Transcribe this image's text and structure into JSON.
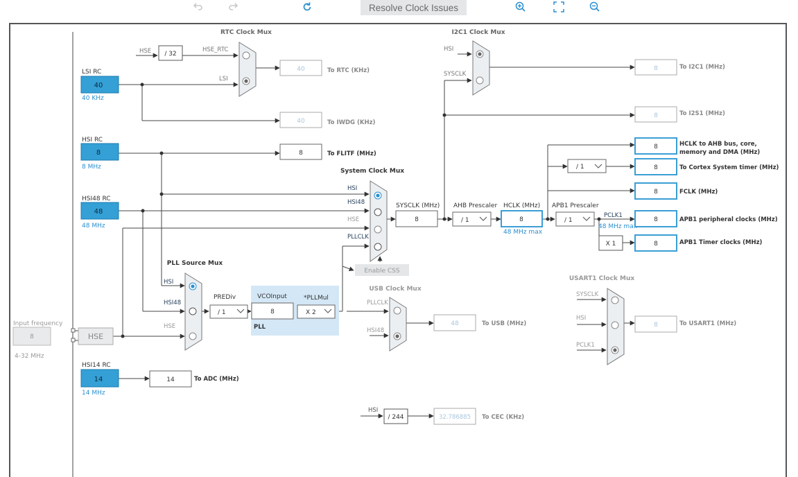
{
  "toolbar": {
    "undo_icon": "undo-icon",
    "redo_icon": "redo-icon",
    "refresh_icon": "refresh-icon",
    "resolve_label": "Resolve Clock Issues",
    "zoom_in_icon": "zoom-in-icon",
    "fit_icon": "fit-to-screen-icon",
    "zoom_out_icon": "zoom-out-icon"
  },
  "colors": {
    "source_fill": "#34a0d6",
    "highlight_border": "#3b9ed6",
    "link_blue": "#2b8fd0",
    "pll_panel": "#d4e7f6",
    "mux_fill": "#eceff2",
    "disabled_text": "#a9c6df"
  },
  "sources": {
    "lsi_label": "LSI RC",
    "lsi_value": "40",
    "lsi_freq": "40 KHz",
    "hsi_label": "HSI RC",
    "hsi_value": "8",
    "hsi_freq": "8 MHz",
    "hsi48_label": "HSI48 RC",
    "hsi48_value": "48",
    "hsi48_freq": "48 MHz",
    "hsi14_label": "HSI14 RC",
    "hsi14_value": "14",
    "hsi14_freq": "14 MHz",
    "input_freq_label": "Input frequency",
    "input_freq_value": "8",
    "input_freq_range": "4-32 MHz",
    "hse_label": "HSE"
  },
  "rtc": {
    "title": "RTC Clock Mux",
    "in_hse": "HSE",
    "div": "/ 32",
    "hse_rtc": "HSE_RTC",
    "lsi": "LSI",
    "out_value": "40",
    "out_label": "To RTC (KHz)",
    "iwdg_value": "40",
    "iwdg_label": "To IWDG (KHz)"
  },
  "flitf": {
    "value": "8",
    "label": "To FLITF (MHz)"
  },
  "i2c1": {
    "title": "I2C1 Clock Mux",
    "in_hsi": "HSI",
    "in_sysclk": "SYSCLK",
    "value": "8",
    "label": "To I2C1 (MHz)",
    "i2s1_value": "8",
    "i2s1_label": "To I2S1 (MHz)"
  },
  "sysmux": {
    "title": "System Clock Mux",
    "inputs": [
      "HSI",
      "HSI48",
      "HSE",
      "PLLCLK"
    ],
    "sysclk_label": "SYSCLK (MHz)",
    "sysclk_value": "8",
    "enable_css": "Enable CSS"
  },
  "ahb": {
    "label": "AHB Prescaler",
    "value": "/ 1"
  },
  "hclk": {
    "label": "HCLK (MHz)",
    "value": "8",
    "max": "48 MHz max"
  },
  "apb1": {
    "label": "APB1 Prescaler",
    "value": "/ 1",
    "pclk1": "PCLK1",
    "pclk1_max": "48 MHz max",
    "timer_mult": "X 1"
  },
  "cortex": {
    "div": "/ 1"
  },
  "outputs": [
    {
      "value": "8",
      "label1": "HCLK to AHB bus, core,",
      "label2": "memory and DMA (MHz)"
    },
    {
      "value": "8",
      "label1": "To Cortex System timer (MHz)",
      "label2": ""
    },
    {
      "value": "8",
      "label1": "FCLK (MHz)",
      "label2": ""
    },
    {
      "value": "8",
      "label1": "APB1 peripheral clocks (MHz)",
      "label2": ""
    },
    {
      "value": "8",
      "label1": "APB1 Timer clocks (MHz)",
      "label2": ""
    }
  ],
  "pllsrc": {
    "title": "PLL Source Mux",
    "inputs": [
      "HSI",
      "HSI48",
      "HSE"
    ]
  },
  "pll": {
    "prediv_label": "PREDiv",
    "prediv_value": "/ 1",
    "vco_label": "VCOInput",
    "vco_value": "8",
    "mul_label": "*PLLMul",
    "mul_value": "X 2",
    "panel_label": "PLL"
  },
  "usb": {
    "title": "USB Clock Mux",
    "inputs": [
      "PLLCLK",
      "HSI48"
    ],
    "value": "48",
    "label": "To USB (MHz)"
  },
  "usart1": {
    "title": "USART1 Clock Mux",
    "inputs": [
      "SYSCLK",
      "HSI",
      "PCLK1"
    ],
    "value": "8",
    "label": "To USART1 (MHz)"
  },
  "adc": {
    "value": "14",
    "label": "To ADC (MHz)"
  },
  "cec": {
    "in_hsi": "HSI",
    "div": "/ 244",
    "value": "32.786885",
    "label": "To CEC (KHz)"
  }
}
